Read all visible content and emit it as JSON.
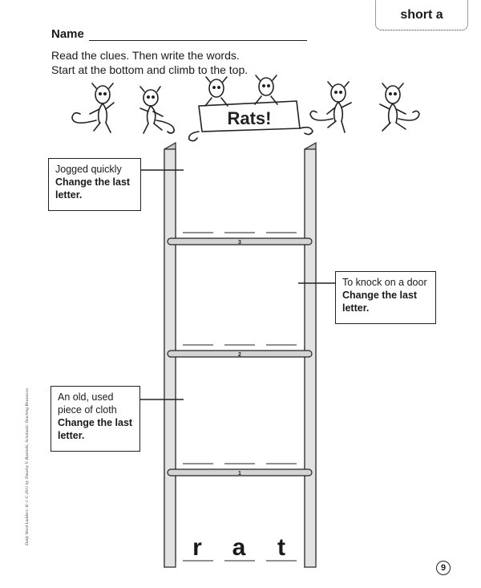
{
  "tab": {
    "label": "short a"
  },
  "header": {
    "name_label": "Name"
  },
  "instructions": {
    "line1": "Read the clues. Then write the words.",
    "line2": "Start at the bottom and climb to the top."
  },
  "banner": {
    "text": "Rats!"
  },
  "clues": [
    {
      "text": "Jogged quickly",
      "instruction": "Change the last letter."
    },
    {
      "text": "To knock on a door",
      "instruction": "Change the last letter."
    },
    {
      "text": "An old, used piece of cloth",
      "instruction": "Change the last letter."
    }
  ],
  "rungs": [
    {
      "number": "3"
    },
    {
      "number": "2"
    },
    {
      "number": "1"
    }
  ],
  "start_word": {
    "letters": [
      "r",
      "a",
      "t"
    ]
  },
  "footer": {
    "page_number": "9",
    "credit": "Daily Word Ladders: K–1 © 2011 by Timothy V. Rasinski, Scholastic Teaching Resources"
  }
}
